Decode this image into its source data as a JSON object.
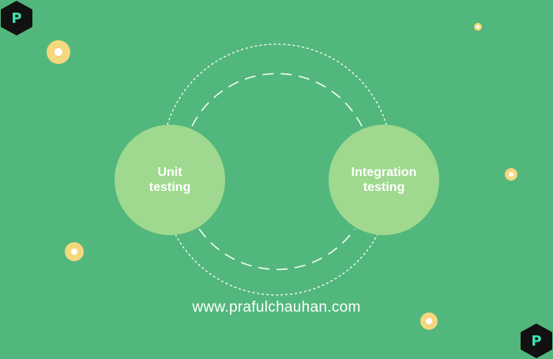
{
  "nodes": {
    "left": {
      "line1": "Unit",
      "line2": "testing"
    },
    "right": {
      "line1": "Integration",
      "line2": "testing"
    }
  },
  "website": "www.prafulchauhan.com",
  "logo": {
    "letter": "P"
  },
  "colors": {
    "background": "#52b77c",
    "node": "#9fd98f",
    "dot": "#f5d77e",
    "logo": "#111111",
    "logo_letter": "#3fe0b0"
  },
  "icons": [
    "hexagon-logo-icon",
    "decorative-dot-icon"
  ]
}
